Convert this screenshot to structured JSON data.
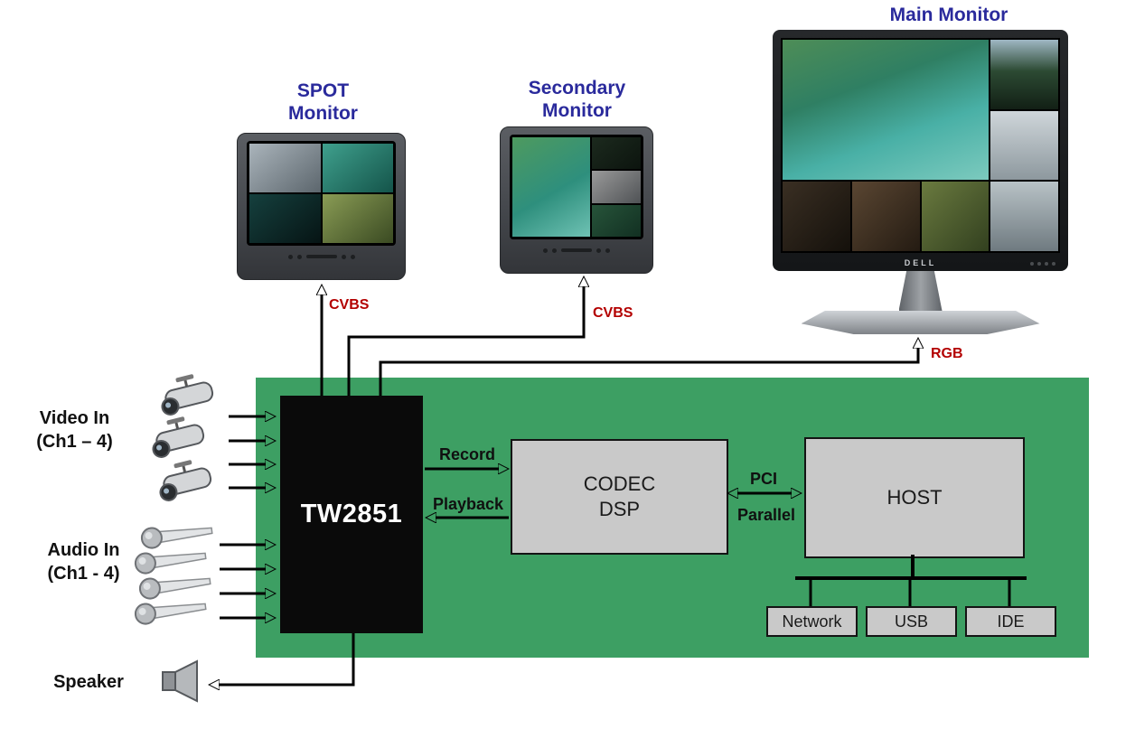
{
  "diagram": {
    "monitors": {
      "spot": {
        "label_line1": "SPOT",
        "label_line2": "Monitor",
        "connection": "CVBS"
      },
      "secondary": {
        "label_line1": "Secondary",
        "label_line2": "Monitor",
        "connection": "CVBS"
      },
      "main": {
        "label": "Main Monitor",
        "connection": "RGB",
        "brand": "DELL"
      }
    },
    "board": {
      "chip_label": "TW2851",
      "codec_line1": "CODEC",
      "codec_line2": "DSP",
      "host_label": "HOST",
      "record_label": "Record",
      "playback_label": "Playback",
      "pci_label": "PCI",
      "parallel_label": "Parallel",
      "peripherals": [
        "Network",
        "USB",
        "IDE"
      ]
    },
    "inputs": {
      "video_label": "Video In",
      "video_channels": "(Ch1 – 4)",
      "audio_label": "Audio In",
      "audio_channels": "(Ch1 - 4)",
      "speaker_label": "Speaker"
    },
    "colors": {
      "board_green": "#3d9f63",
      "label_blue": "#2a2a9c",
      "signal_red": "#b30000"
    }
  }
}
